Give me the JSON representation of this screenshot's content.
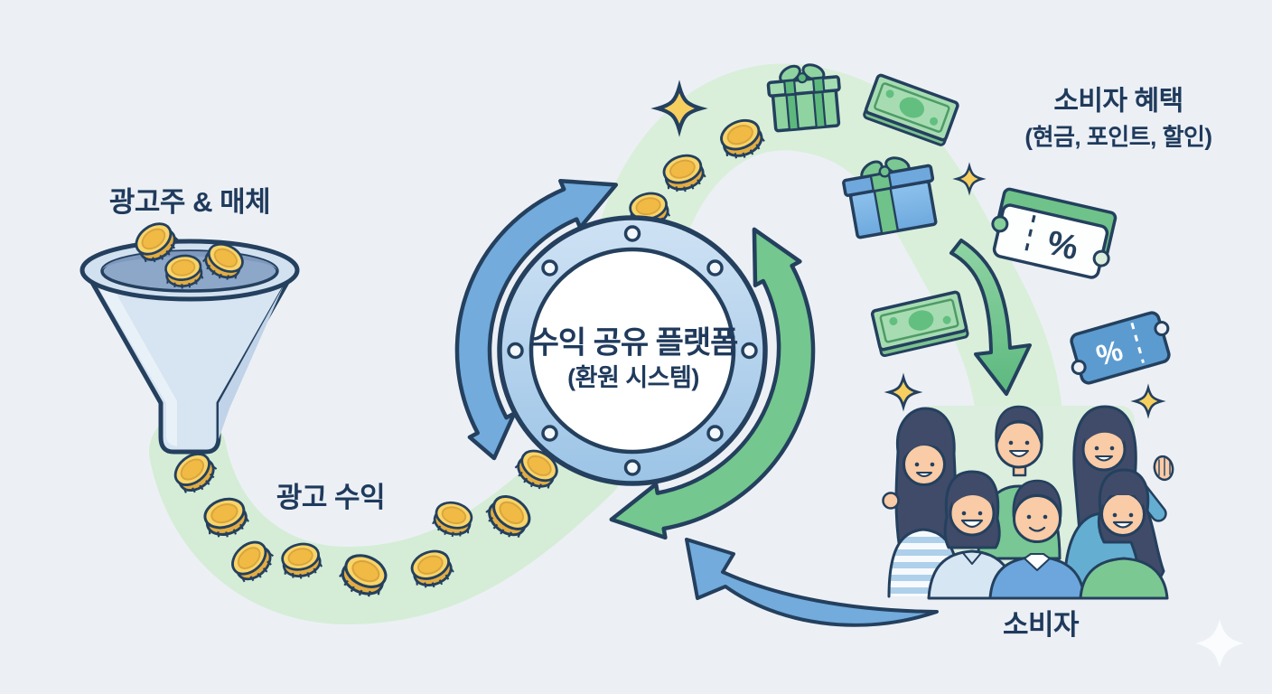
{
  "diagram": {
    "labels": {
      "advertisers": "광고주 & 매체",
      "ad_revenue": "광고 수익",
      "platform_title": "수익 공유 플랫폼",
      "platform_subtitle": "(환원 시스템)",
      "benefits_title": "소비자 혜택",
      "benefits_subtitle": "(현금, 포인트, 할인)",
      "consumers": "소비자",
      "coupon_percent_white": "%",
      "coupon_percent_blue": "%"
    },
    "figures": [
      "funnel-icon",
      "gold-coin-icon",
      "revenue-flow-band",
      "platform-ring",
      "cycle-arrow-blue",
      "cycle-arrow-green",
      "gift-box-green-icon",
      "gift-box-blue-icon",
      "banknote-icon",
      "banknote-stack-icon",
      "discount-coupon-white-icon",
      "discount-coupon-blue-icon",
      "benefit-down-arrow",
      "consumers-group",
      "return-swoosh-arrow",
      "sparkle-icon"
    ],
    "colors": {
      "background": "#ecf0f5",
      "outline_navy": "#24405e",
      "text_navy": "#1f3a5c",
      "arrow_blue": "#72abdc",
      "arrow_green": "#74c78e",
      "flow_band_green": "#d5edd6",
      "coin_gold": "#f8d469",
      "coin_gold_dark": "#f0ba45",
      "ring_blue": "#aecfec",
      "gift_green": "#8fd4a0",
      "gift_blue": "#7db7e6",
      "banknote_green": "#9bd8a9",
      "coupon_blue": "#5b9bd0",
      "people_backdrop": "#dceedd",
      "skin": "#f9cba6",
      "hair": "#3f4b68"
    }
  }
}
